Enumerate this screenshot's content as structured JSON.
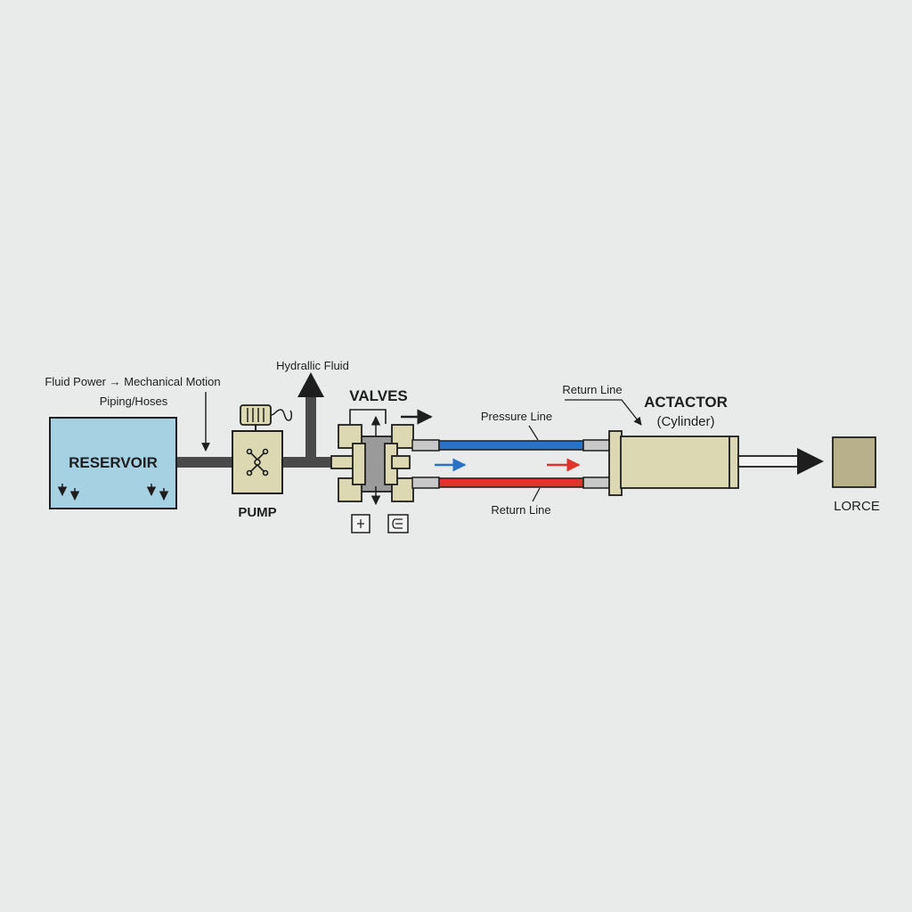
{
  "labels": {
    "fluid_power": "Fluid Power → Mechanical Motion",
    "piping": "Piping/Hoses",
    "hydraulic_fluid": "Hydrallic Fluid",
    "valves": "VALVES",
    "reservoir": "RESERVOIR",
    "pump": "PUMP",
    "pressure_line": "Pressure Line",
    "return_line_top": "Return Line",
    "return_line_bottom": "Return Line",
    "actuator": "ACTACTOR",
    "actuator_sub": "(Cylinder)",
    "force": "LORCE"
  },
  "colors": {
    "background": "#e9eaea",
    "reservoir": "#a6d1e2",
    "component": "#dcd9b2",
    "force_block": "#b8b08a",
    "pipe": "#4a4a4a",
    "pressure_line": "#2a72c6",
    "return_line": "#e0332b",
    "outline": "#1e1e1e"
  }
}
